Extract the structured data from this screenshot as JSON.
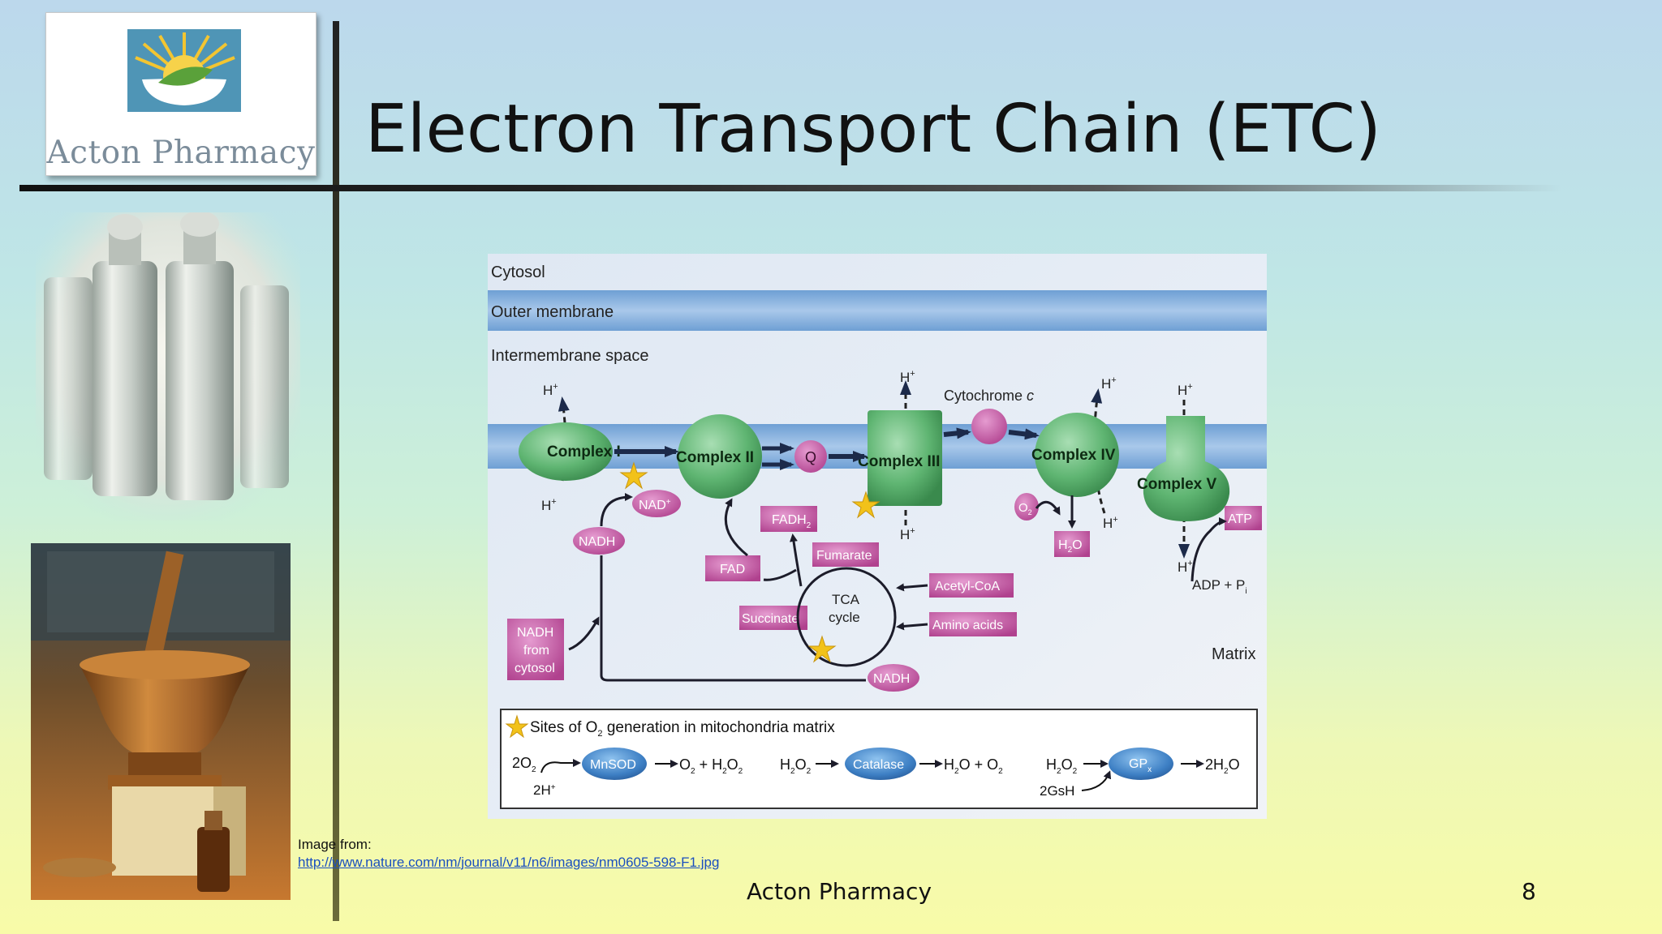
{
  "slide": {
    "title": "Electron Transport Chain (ETC)",
    "logo_text": "Acton Pharmacy",
    "footer": "Acton Pharmacy",
    "page_number": "8",
    "credit_label": "Image from:",
    "credit_url": "http://www.nature.com/nm/journal/v11/n6/images/nm0605-598-F1.jpg"
  },
  "diagram": {
    "cytosol": "Cytosol",
    "outer_membrane": "Outer membrane",
    "intermembrane": "Intermembrane space",
    "matrix": "Matrix",
    "complex1": "Complex I",
    "complex2": "Complex II",
    "complex3": "Complex III",
    "complex4": "Complex IV",
    "complex5": "Complex V",
    "q": "Q",
    "cytochrome": "Cytochrome",
    "cytochrome_c": "c",
    "h": "H",
    "nad": "NAD",
    "nadh": "NADH",
    "fadh2": "FADH",
    "fad": "FAD",
    "fumarate": "Fumarate",
    "succinate": "Succinate",
    "tca1": "TCA",
    "tca2": "cycle",
    "acetyl": "Acetyl-CoA",
    "amino": "Amino acids",
    "nadh_cyto1": "NADH",
    "nadh_cyto2": "from",
    "nadh_cyto3": "cytosol",
    "o2": "O",
    "h2o": "H",
    "atp": "ATP",
    "adp": "ADP + P",
    "legend_title": "Sites of O",
    "legend_title2": "generation in mitochondria matrix",
    "mnsod": "MnSOD",
    "catalase": "Catalase",
    "gpx": "GP",
    "eq1_left": "2O",
    "eq1_h": "2H",
    "eq1_right": "O",
    "eq2_left": "H",
    "eq2_right": "H",
    "eq3_left": "H",
    "eq3_gsh": "2GsH",
    "eq3_right": "2H"
  },
  "colors": {
    "complex_green": "#5fb572",
    "metabolite_magenta": "#b0418e",
    "enzyme_blue": "#3d7fc4",
    "star_yellow": "#f2c21a"
  }
}
